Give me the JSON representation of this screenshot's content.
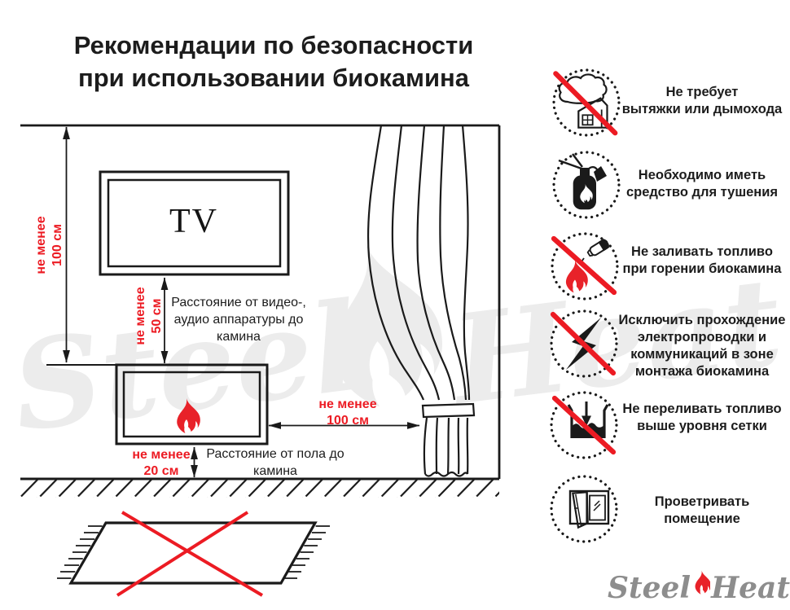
{
  "title": {
    "line1": "Рекомендации по безопасности",
    "line2": "при использовании биокамина"
  },
  "diagram": {
    "tv_label": "TV",
    "dim_wall_tv": {
      "line1": "не менее",
      "line2": "100 см"
    },
    "dim_tv_fireplace": {
      "line1": "не менее",
      "line2": "50 см"
    },
    "dim_fireplace_curtain": {
      "line1": "не менее",
      "line2": "100 см"
    },
    "dim_fireplace_floor": {
      "line1": "не менее",
      "line2": "20 см"
    },
    "label_av": {
      "line1": "Расстояние от видео-,",
      "line2": "аудио аппаратуры до",
      "line3": "камина"
    },
    "label_floor": {
      "line1": "Расстояние от пола до",
      "line2": "камина"
    }
  },
  "rules": [
    {
      "icon": "no-chimney-needed",
      "crossed": true,
      "line1": "Не требует",
      "line2": "вытяжки или дымохода"
    },
    {
      "icon": "extinguisher-required",
      "crossed": false,
      "line1": "Необходимо иметь",
      "line2": "средство для тушения"
    },
    {
      "icon": "no-refuel-while-burning",
      "crossed": true,
      "line1": "Не заливать топливо",
      "line2": "при горении биокамина"
    },
    {
      "icon": "no-wiring-in-zone",
      "crossed": true,
      "line1": "Исключить прохождение",
      "line2": "электропроводки и",
      "line3": "коммуникаций в зоне",
      "line4": "монтажа биокамина"
    },
    {
      "icon": "no-overfill",
      "crossed": true,
      "line1": "Не переливать топливо",
      "line2": "выше уровня сетки"
    },
    {
      "icon": "ventilate-room",
      "crossed": false,
      "line1": "Проветривать",
      "line2": "помещение"
    }
  ],
  "logo": {
    "steel": "Steel",
    "heat": "Heat"
  },
  "watermark": {
    "steel": "Steel",
    "heat": "Heat"
  },
  "colors": {
    "red": "#ec1b23",
    "flame_red": "#e82229",
    "text": "#1c1c1c",
    "line": "#1a1a1a",
    "logo_gray": "#8d8d8d",
    "watermark": "#ececec"
  }
}
